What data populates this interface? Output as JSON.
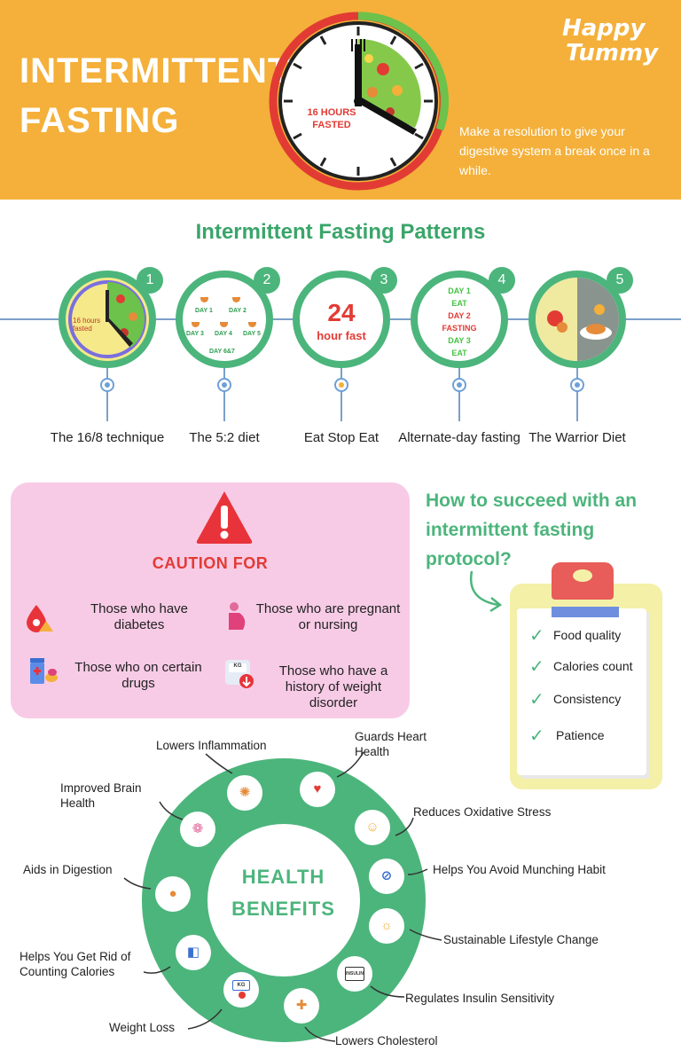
{
  "header": {
    "title_line1": "INTERMITTENT",
    "title_line2": "FASTING",
    "clock_text_line1": "16 HOURS",
    "clock_text_line2": "FASTED",
    "logo_line1": "Happy",
    "logo_line2": "Tummy",
    "tagline": "Make a resolution to give your digestive system a break once in a while.",
    "colors": {
      "background": "#f4b03a",
      "fasting_arc": "#e23b34",
      "eating_arc": "#6cc24a"
    }
  },
  "patterns": {
    "title": "Intermittent Fasting Patterns",
    "items": [
      {
        "num": "1",
        "label": "The 16/8 technique",
        "inner_text_line1": "16 hours",
        "inner_text_line2": "fasted"
      },
      {
        "num": "2",
        "label": "The 5:2 diet",
        "days": [
          "DAY 1",
          "DAY 2",
          "DAY 3",
          "DAY 4",
          "DAY 5",
          "DAY 6&7"
        ]
      },
      {
        "num": "3",
        "label": "Eat Stop Eat",
        "big": "24",
        "small": "hour fast"
      },
      {
        "num": "4",
        "label": "Alternate-day fasting",
        "lines": [
          "DAY 1",
          "EAT",
          "DAY 2",
          "FASTING",
          "DAY 3",
          "EAT"
        ]
      },
      {
        "num": "5",
        "label": "The Warrior Diet"
      }
    ]
  },
  "caution": {
    "title": "CAUTION FOR",
    "items": [
      {
        "text": "Those who have diabetes",
        "icon": "blood-drop-icon"
      },
      {
        "text": "Those who are pregnant or nursing",
        "icon": "pregnant-icon"
      },
      {
        "text": "Those who on certain drugs",
        "icon": "medicine-icon"
      },
      {
        "text": "Those who have a history of weight disorder",
        "icon": "weighing-scale-icon"
      }
    ],
    "scale_badge": "KG"
  },
  "success": {
    "title": "How to succeed with an intermittent fasting protocol?",
    "checklist": [
      "Food quality",
      "Calories count",
      "Consistency",
      "Patience"
    ]
  },
  "benefits": {
    "title_line1": "HEALTH",
    "title_line2": "BENEFITS",
    "items": [
      "Lowers Inflammation",
      "Guards Heart Health",
      "Improved Brain Health",
      "Reduces Oxidative Stress",
      "Aids in Digestion",
      "Helps You Avoid Munching Habit",
      "Sustainable Lifestyle Change",
      "Helps You Get Rid of Counting Calories",
      "Regulates Insulin Sensitivity",
      "Weight Loss",
      "Lowers Cholesterol"
    ],
    "scale_badge": "KG",
    "insulin_badge": "INSULIN"
  }
}
